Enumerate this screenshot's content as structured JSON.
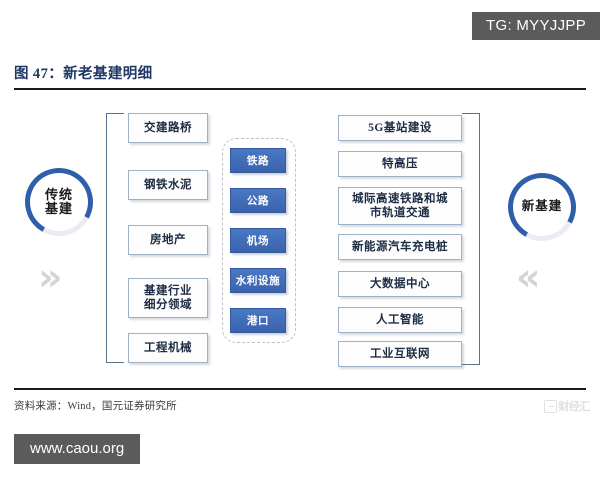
{
  "watermarks": {
    "top_right": "TG: MYYJJPP",
    "bottom_left": "www.caou.org",
    "corner_logo_text": "财经汇"
  },
  "figure": {
    "title": "图 47：新老基建明细",
    "source": "资料来源：Wind，国元证券研究所"
  },
  "colors": {
    "accent_blue": "#3a63ad",
    "badge_ring": "#2f5fa8",
    "title_navy": "#1f3864",
    "box_border": "#9fb1c4",
    "chevron_gray": "#d4d4d4",
    "watermark_bg": "#5b5b5b"
  },
  "diagram": {
    "left": {
      "badge_label": "传统基建",
      "badge_line1": "传统",
      "badge_line2": "基建",
      "chevron": "»",
      "items": [
        {
          "label": "交建路桥"
        },
        {
          "label": "钢铁水泥"
        },
        {
          "label": "房地产"
        },
        {
          "label": "基建行业\n细分领域",
          "line1": "基建行业",
          "line2": "细分领域"
        },
        {
          "label": "工程机械"
        }
      ]
    },
    "middle": {
      "items": [
        {
          "label": "铁路"
        },
        {
          "label": "公路"
        },
        {
          "label": "机场"
        },
        {
          "label": "水利设施"
        },
        {
          "label": "港口"
        }
      ]
    },
    "right": {
      "badge_label": "新基建",
      "chevron": "«",
      "items": [
        {
          "label": "5G基站建设"
        },
        {
          "label": "特高压"
        },
        {
          "label": "城际高速铁路和城\n市轨道交通",
          "line1": "城际高速铁路和城",
          "line2": "市轨道交通"
        },
        {
          "label": "新能源汽车充电桩"
        },
        {
          "label": "大数据中心"
        },
        {
          "label": "人工智能"
        },
        {
          "label": "工业互联网"
        }
      ]
    }
  }
}
